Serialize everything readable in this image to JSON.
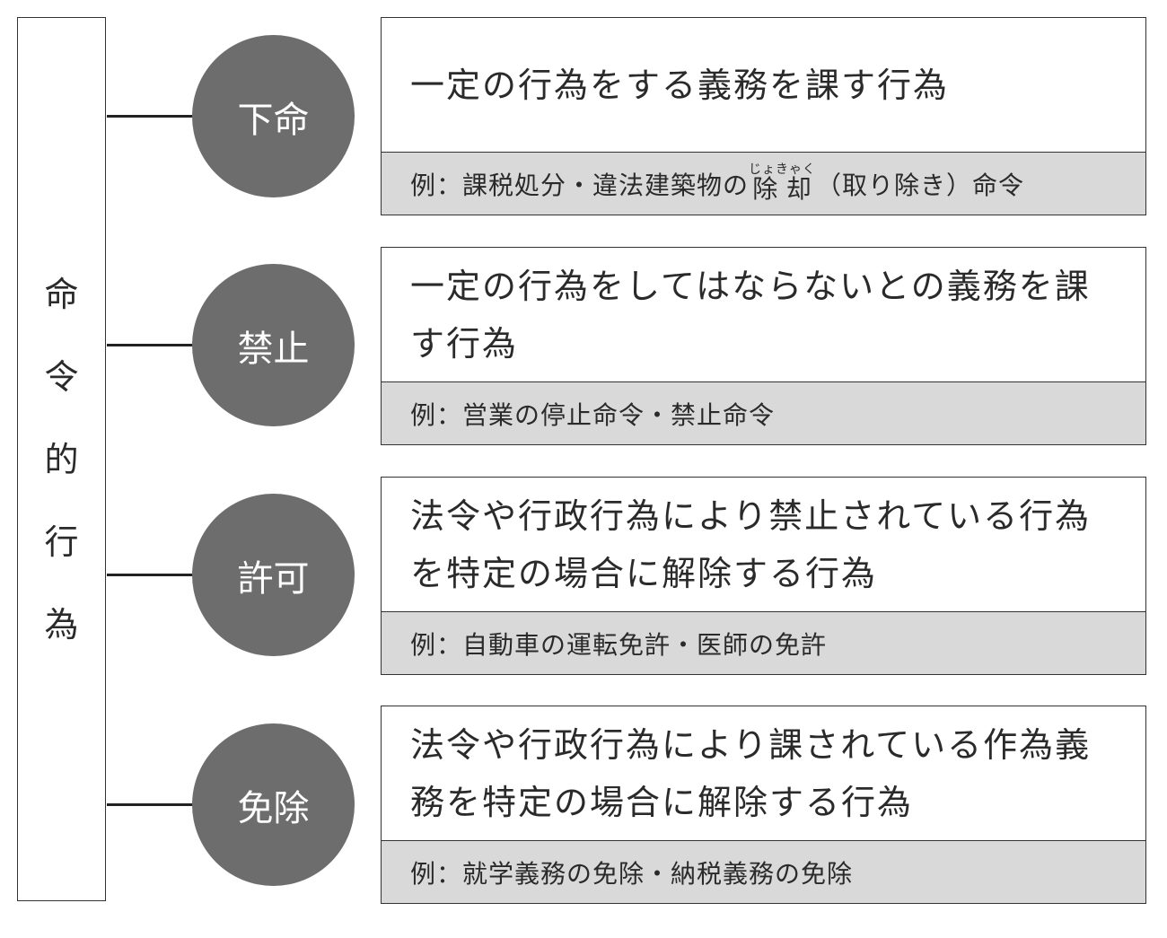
{
  "root": {
    "chars": [
      "命",
      "令",
      "的",
      "行",
      "為"
    ]
  },
  "items": [
    {
      "name": "下命",
      "definition": "一定の行為をする義務を課す行為",
      "example_pre": "例：課税処分・違法建築物の",
      "example_ruby_base": "除却",
      "example_ruby_text": "じょきゃく",
      "example_post": "（取り除き）命令"
    },
    {
      "name": "禁止",
      "definition": "一定の行為をしてはならないとの義務を課す行為",
      "example_pre": "例：営業の停止命令・禁止命令"
    },
    {
      "name": "許可",
      "definition": "法令や行政行為により禁止されている行為を特定の場合に解除する行為",
      "example_pre": "例：自動車の運転免許・医師の免許"
    },
    {
      "name": "免除",
      "definition": "法令や行政行為により課されている作為義務を特定の場合に解除する行為",
      "example_pre": "例：就学義務の免除・納税義務の免除"
    }
  ]
}
